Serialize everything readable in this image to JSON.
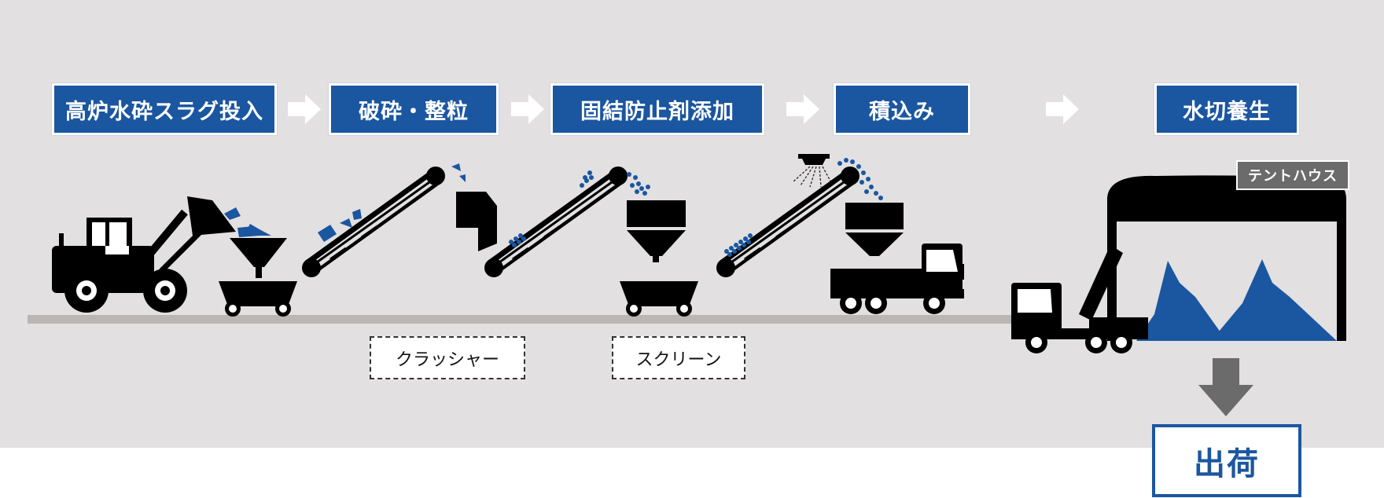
{
  "steps": [
    {
      "label": "高炉水砕スラグ投入"
    },
    {
      "label": "破砕・整粒"
    },
    {
      "label": "固結防止剤添加"
    },
    {
      "label": "積込み"
    },
    {
      "label": "水切養生"
    }
  ],
  "equipment_labels": {
    "crusher": "クラッシャー",
    "screen": "スクリーン",
    "tent_house": "テントハウス"
  },
  "final_step": "出荷",
  "colors": {
    "panel_bg": "#e2e0e1",
    "step_blue": "#1b56a0",
    "arrow_white": "#ffffff",
    "down_arrow": "#6b6b6b",
    "machinery": "#000000"
  }
}
